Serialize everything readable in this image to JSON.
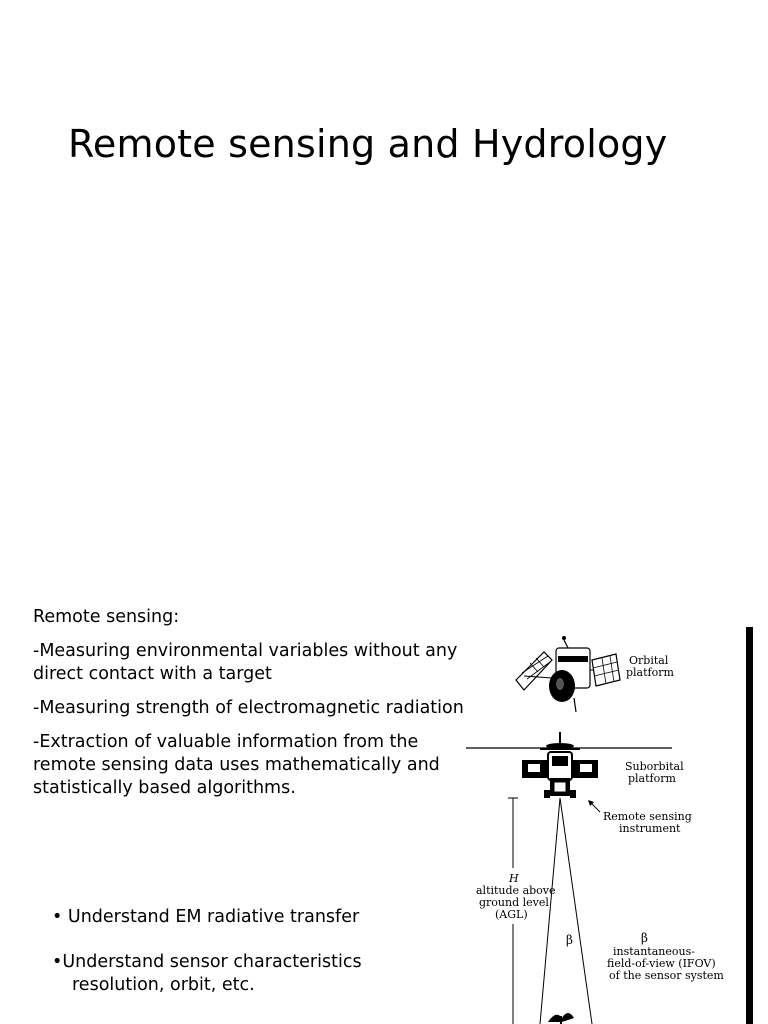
{
  "slide": {
    "title": "Remote sensing and Hydrology"
  },
  "content": {
    "heading": "Remote sensing:",
    "points": [
      "-Measuring environmental variables without any direct contact with a target",
      "-Measuring  strength of electromagnetic radiation",
      "-Extraction of valuable information from the remote sensing data uses mathematically and statistically based algorithms."
    ],
    "bullets": [
      {
        "text": "• Understand EM radiative transfer",
        "sub": ""
      },
      {
        "text": "•Understand sensor characteristics",
        "sub": "resolution, orbit, etc."
      }
    ]
  },
  "figure": {
    "orbital_line1": "Orbital",
    "orbital_line2": "platform",
    "suborbital_line1": "Suborbital",
    "suborbital_line2": "platform",
    "instrument_line1": "Remote sensing",
    "instrument_line2": "instrument",
    "h_symbol": "H",
    "agl_line1": "altitude above",
    "agl_line2": "ground level",
    "agl_line3": "(AGL)",
    "beta_symbol": "β",
    "beta_label_symbol": "β",
    "ifov_line1": "instantaneous-",
    "ifov_line2": "field-of-view (IFOV)",
    "ifov_line3": "of the sensor system"
  }
}
